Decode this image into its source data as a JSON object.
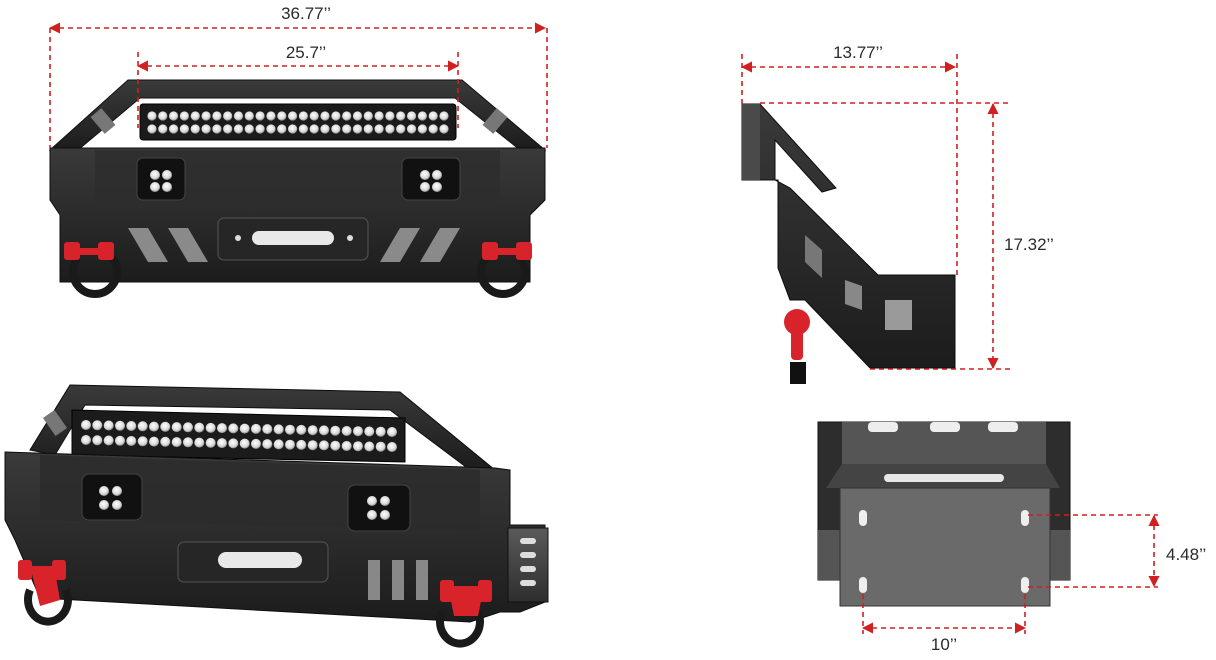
{
  "dimensions": {
    "overall_width": "36.77’’",
    "light_bar_width": "25.7’’",
    "side_depth": "13.77’’",
    "side_height": "17.32’’",
    "mount_hole_vertical": "4.48’’",
    "mount_hole_horizontal": "10’’"
  },
  "colors": {
    "dimension_line": "#d0201f",
    "bumper_body": "#2a2a2a",
    "shackle": "#d8232a",
    "label_text": "#2b2b2b"
  }
}
